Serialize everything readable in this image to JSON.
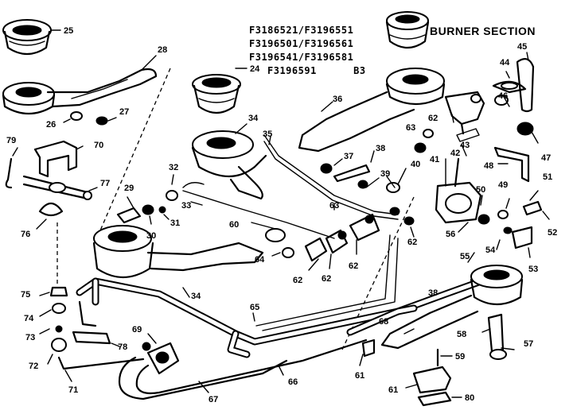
{
  "header": {
    "model_lines": [
      "F3186521/F3196551",
      "F3196501/F3196561",
      "F3196541/F3196581",
      "F3196591      B3"
    ],
    "section_title": "BURNER SECTION"
  },
  "callouts": [
    {
      "id": "25",
      "label": "25"
    },
    {
      "id": "28",
      "label": "28"
    },
    {
      "id": "27",
      "label": "27"
    },
    {
      "id": "26",
      "label": "26"
    },
    {
      "id": "79",
      "label": "79"
    },
    {
      "id": "70",
      "label": "70"
    },
    {
      "id": "77",
      "label": "77"
    },
    {
      "id": "76",
      "label": "76"
    },
    {
      "id": "24",
      "label": "24"
    },
    {
      "id": "34",
      "label": "34"
    },
    {
      "id": "35",
      "label": "35"
    },
    {
      "id": "36",
      "label": "36"
    },
    {
      "id": "32",
      "label": "32"
    },
    {
      "id": "29",
      "label": "29"
    },
    {
      "id": "30",
      "label": "30"
    },
    {
      "id": "31",
      "label": "31"
    },
    {
      "id": "33",
      "label": "33"
    },
    {
      "id": "37",
      "label": "37"
    },
    {
      "id": "38",
      "label": "38"
    },
    {
      "id": "39",
      "label": "39"
    },
    {
      "id": "40",
      "label": "40"
    },
    {
      "id": "41",
      "label": "41"
    },
    {
      "id": "42",
      "label": "42"
    },
    {
      "id": "43",
      "label": "43"
    },
    {
      "id": "44",
      "label": "44"
    },
    {
      "id": "45",
      "label": "45"
    },
    {
      "id": "46",
      "label": "46"
    },
    {
      "id": "47",
      "label": "47"
    },
    {
      "id": "48",
      "label": "48"
    },
    {
      "id": "49",
      "label": "49"
    },
    {
      "id": "50",
      "label": "50"
    },
    {
      "id": "51",
      "label": "51"
    },
    {
      "id": "52",
      "label": "52"
    },
    {
      "id": "53",
      "label": "53"
    },
    {
      "id": "54",
      "label": "54"
    },
    {
      "id": "55",
      "label": "55"
    },
    {
      "id": "56",
      "label": "56"
    },
    {
      "id": "57",
      "label": "57"
    },
    {
      "id": "58",
      "label": "58"
    },
    {
      "id": "59",
      "label": "59"
    },
    {
      "id": "60",
      "label": "60"
    },
    {
      "id": "61",
      "label": "61"
    },
    {
      "id": "61b",
      "label": "61"
    },
    {
      "id": "62a",
      "label": "62"
    },
    {
      "id": "62b",
      "label": "62"
    },
    {
      "id": "62c",
      "label": "62"
    },
    {
      "id": "62d",
      "label": "62"
    },
    {
      "id": "62e",
      "label": "62"
    },
    {
      "id": "63",
      "label": "63"
    },
    {
      "id": "63b",
      "label": "63"
    },
    {
      "id": "64",
      "label": "64"
    },
    {
      "id": "65",
      "label": "65"
    },
    {
      "id": "66",
      "label": "66"
    },
    {
      "id": "67",
      "label": "67"
    },
    {
      "id": "68",
      "label": "68"
    },
    {
      "id": "69",
      "label": "69"
    },
    {
      "id": "71",
      "label": "71"
    },
    {
      "id": "72",
      "label": "72"
    },
    {
      "id": "73",
      "label": "73"
    },
    {
      "id": "74",
      "label": "74"
    },
    {
      "id": "75",
      "label": "75"
    },
    {
      "id": "78",
      "label": "78"
    },
    {
      "id": "80",
      "label": "80"
    },
    {
      "id": "38b",
      "label": "38"
    },
    {
      "id": "34b",
      "label": "34"
    }
  ]
}
